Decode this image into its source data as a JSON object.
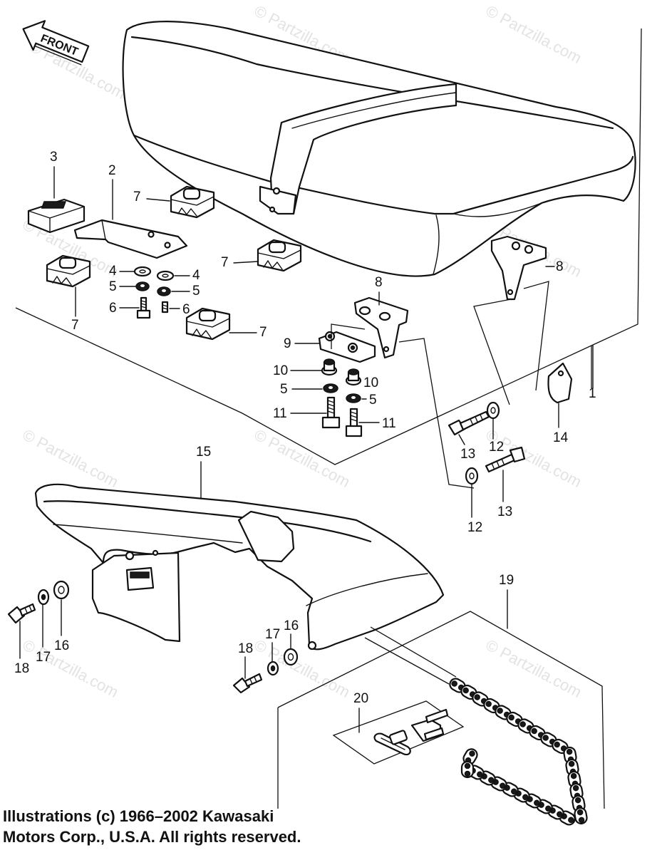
{
  "front_arrow_label": "FRONT",
  "watermark_text": "© Partzilla.com",
  "callouts": {
    "c1": "1",
    "c2": "2",
    "c3": "3",
    "c4a": "4",
    "c4b": "4",
    "c5a": "5",
    "c5b": "5",
    "c5c": "5",
    "c5d": "5",
    "c6a": "6",
    "c6b": "6",
    "c7a": "7",
    "c7b": "7",
    "c7c": "7",
    "c7d": "7",
    "c8a": "8",
    "c8b": "8",
    "c9": "9",
    "c10a": "10",
    "c10b": "10",
    "c11a": "11",
    "c11b": "11",
    "c12a": "12",
    "c12b": "12",
    "c13a": "13",
    "c13b": "13",
    "c14": "14",
    "c15": "15",
    "c16a": "16",
    "c16b": "16",
    "c17a": "17",
    "c17b": "17",
    "c18a": "18",
    "c18b": "18",
    "c19": "19",
    "c20": "20"
  },
  "copyright": {
    "line1": "Illustrations (c) 1966–2002 Kawasaki",
    "line2": "Motors Corp., U.S.A.  All rights reserved."
  }
}
